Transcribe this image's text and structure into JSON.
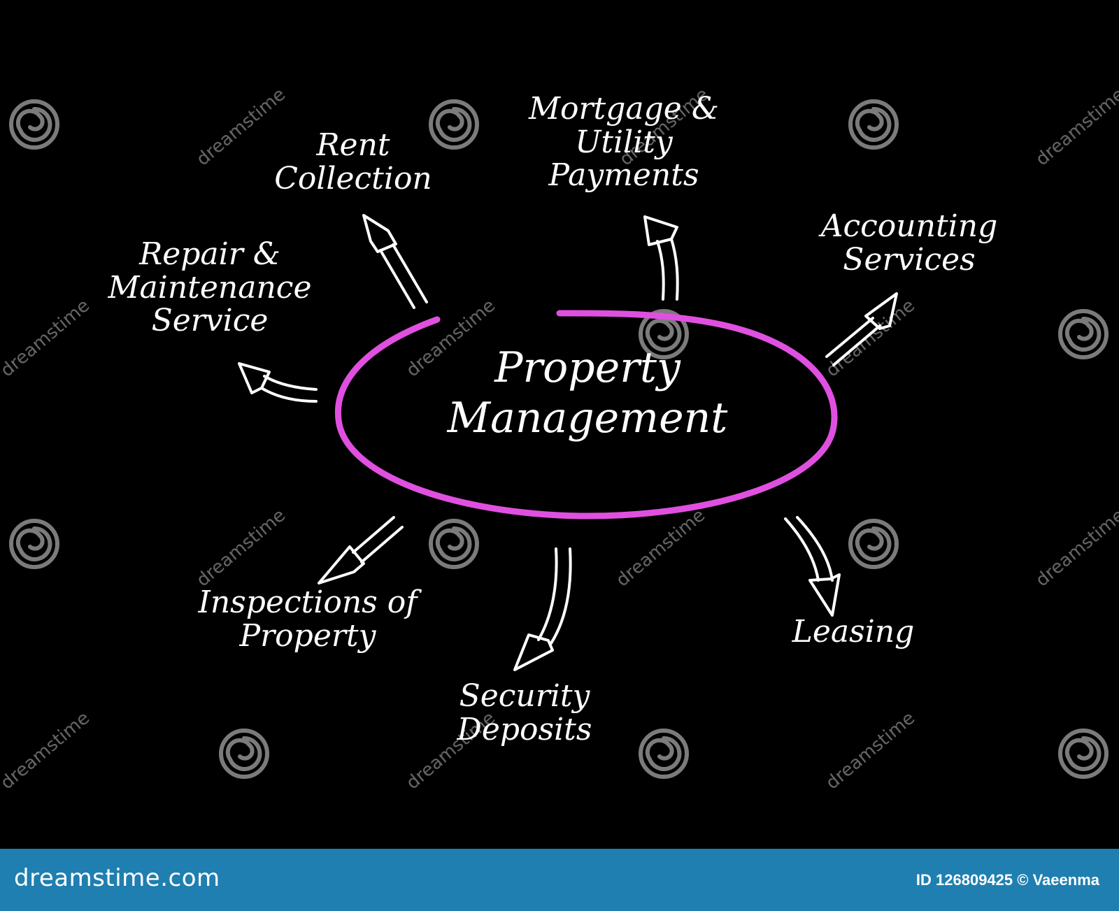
{
  "diagram": {
    "center": [
      "Property",
      "Management"
    ],
    "topics": [
      {
        "id": "rent",
        "lines": [
          "Rent",
          "Collection"
        ]
      },
      {
        "id": "mortgage",
        "lines": [
          "Mortgage &",
          "Utility",
          "Payments"
        ]
      },
      {
        "id": "accounting",
        "lines": [
          "Accounting",
          "Services"
        ]
      },
      {
        "id": "repair",
        "lines": [
          "Repair &",
          "Maintenance",
          "Service"
        ]
      },
      {
        "id": "inspections",
        "lines": [
          "Inspections of",
          "Property"
        ]
      },
      {
        "id": "security",
        "lines": [
          "Security",
          "Deposits"
        ]
      },
      {
        "id": "leasing",
        "lines": [
          "Leasing"
        ]
      }
    ]
  },
  "colors": {
    "background": "#000000",
    "text": "#ffffff",
    "ellipse": "#e050e0",
    "footer": "#1f7fb0",
    "watermark": "#8a8a8a"
  },
  "watermark": {
    "text": "dreamstime",
    "icon": "spiral-icon"
  },
  "footer": {
    "brand": "dreamstime.com",
    "credit": "ID 126809425 © Vaeenma"
  }
}
